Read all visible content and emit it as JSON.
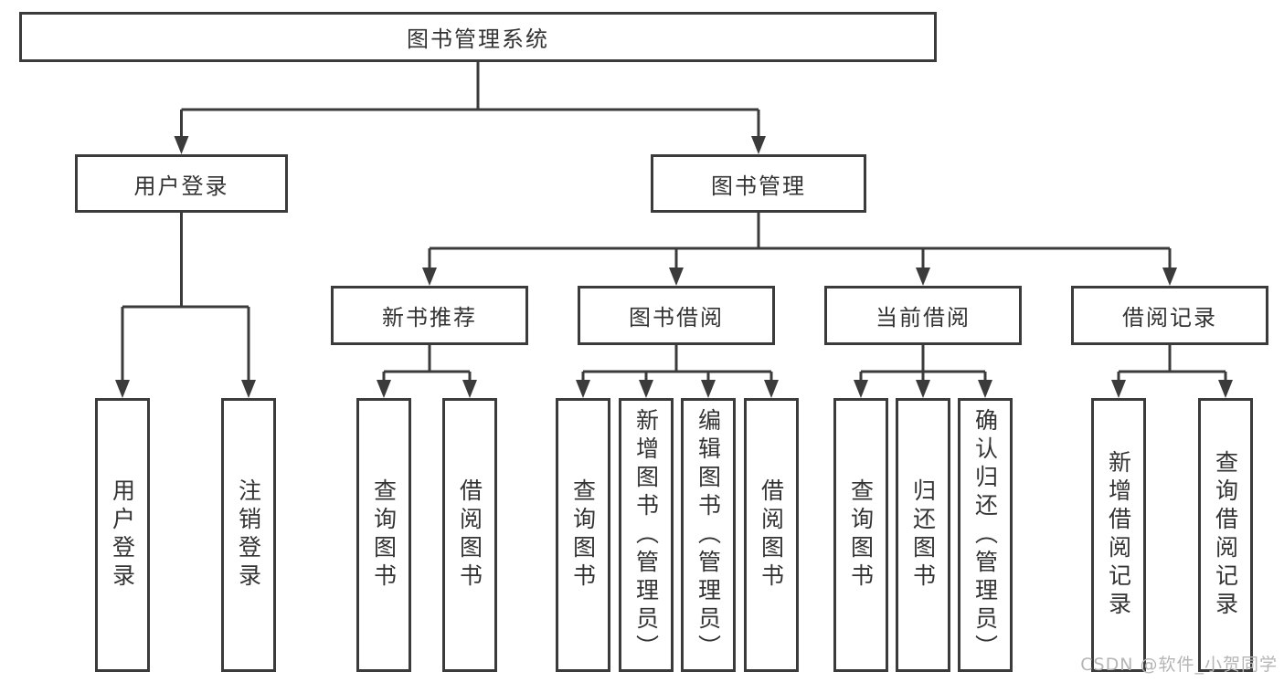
{
  "diagram": {
    "type": "hierarchy-tree",
    "root": {
      "label": "图书管理系统"
    },
    "branches": {
      "user_login": {
        "label": "用户登录",
        "children": [
          "用户登录",
          "注销登录"
        ]
      },
      "book_management": {
        "label": "图书管理",
        "sections": {
          "new_book_recommend": {
            "label": "新书推荐",
            "children": [
              "查询图书",
              "借阅图书"
            ]
          },
          "book_borrowing": {
            "label": "图书借阅",
            "children": [
              "查询图书",
              "新增图书（管理员）",
              "编辑图书（管理员）",
              "借阅图书"
            ]
          },
          "current_borrowing": {
            "label": "当前借阅",
            "children": [
              "查询图书",
              "归还图书",
              "确认归还（管理员）"
            ]
          },
          "borrowing_records": {
            "label": "借阅记录",
            "children": [
              "新增借阅记录",
              "查询借阅记录"
            ]
          }
        }
      }
    },
    "colors": {
      "line": "#3b3b3b",
      "box_border": "#3b3b3b",
      "box_background": "#ffffff",
      "text": "#333333",
      "watermark": "#b5b5b5",
      "background": "#ffffff"
    }
  },
  "watermark": {
    "text": "CSDN @软件_小贺同学"
  }
}
